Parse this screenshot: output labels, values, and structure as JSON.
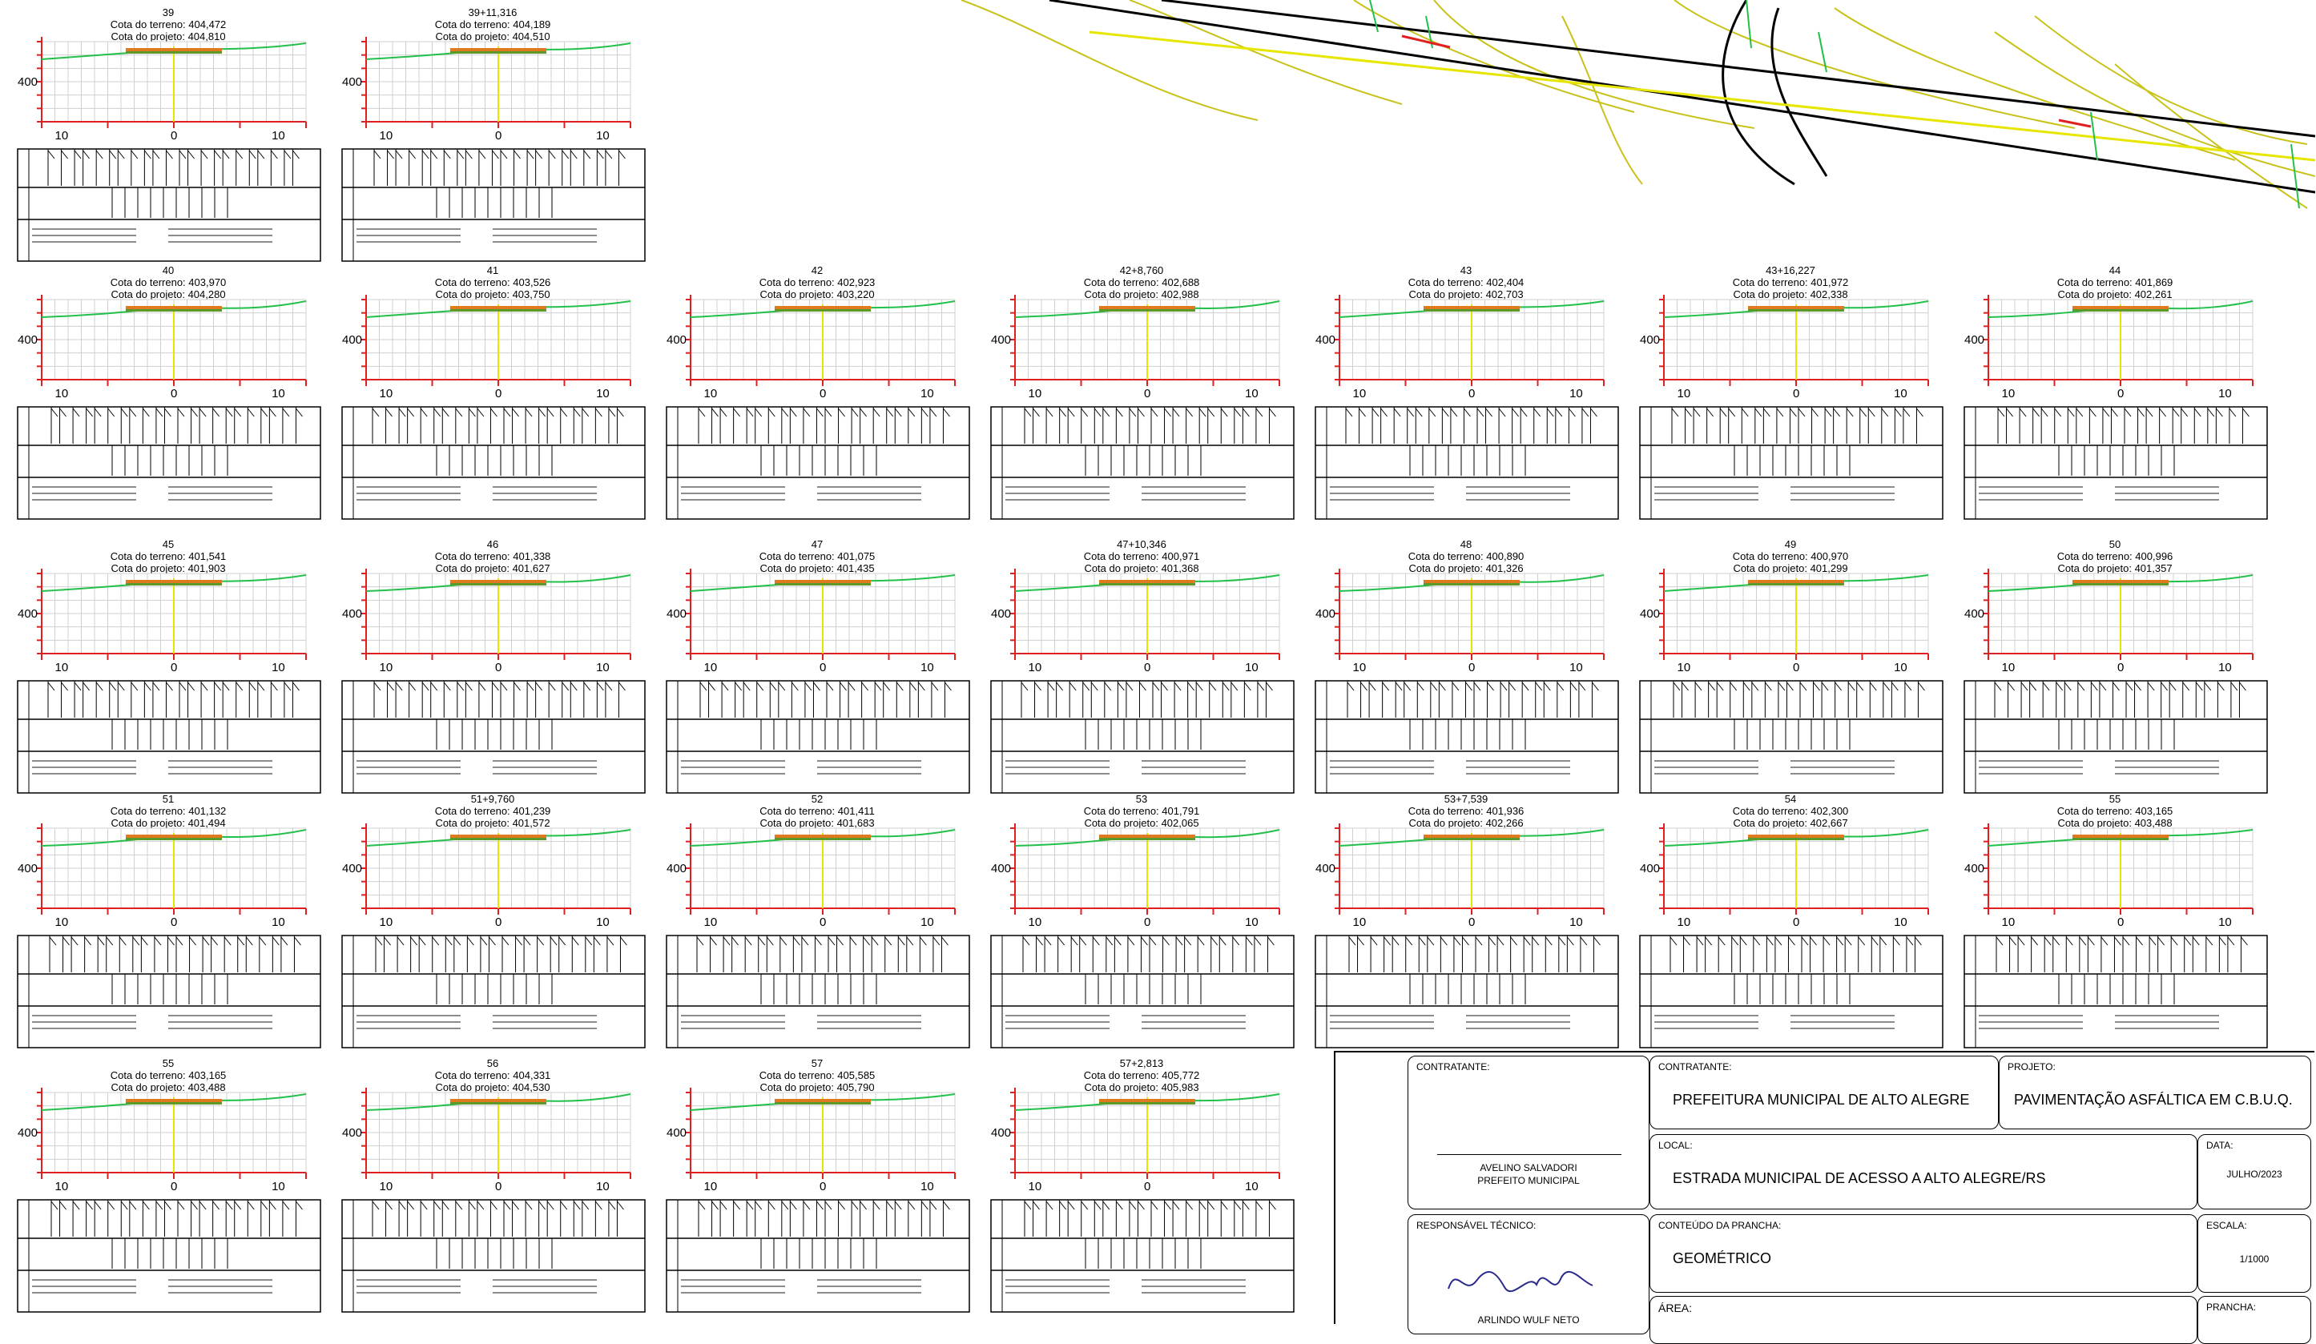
{
  "sheet": {
    "axis_label": "400",
    "tick_left": "10",
    "tick_center": "0",
    "tick_right": "10",
    "elev_terrain_prefix": "Cota do terreno: ",
    "elev_project_prefix": "Cota do projeto: ",
    "sections": [
      {
        "station": "39",
        "terrain": "404,472",
        "project": "404,810",
        "col": 0,
        "row": 0
      },
      {
        "station": "39+11,316",
        "terrain": "404,189",
        "project": "404,510",
        "col": 1,
        "row": 0
      },
      {
        "station": "40",
        "terrain": "403,970",
        "project": "404,280",
        "col": 0,
        "row": 1
      },
      {
        "station": "41",
        "terrain": "403,526",
        "project": "403,750",
        "col": 1,
        "row": 1
      },
      {
        "station": "42",
        "terrain": "402,923",
        "project": "403,220",
        "col": 2,
        "row": 1
      },
      {
        "station": "42+8,760",
        "terrain": "402,688",
        "project": "402,988",
        "col": 3,
        "row": 1
      },
      {
        "station": "43",
        "terrain": "402,404",
        "project": "402,703",
        "col": 4,
        "row": 1
      },
      {
        "station": "43+16,227",
        "terrain": "401,972",
        "project": "402,338",
        "col": 5,
        "row": 1
      },
      {
        "station": "44",
        "terrain": "401,869",
        "project": "402,261",
        "col": 6,
        "row": 1
      },
      {
        "station": "45",
        "terrain": "401,541",
        "project": "401,903",
        "col": 0,
        "row": 2
      },
      {
        "station": "46",
        "terrain": "401,338",
        "project": "401,627",
        "col": 1,
        "row": 2
      },
      {
        "station": "47",
        "terrain": "401,075",
        "project": "401,435",
        "col": 2,
        "row": 2
      },
      {
        "station": "47+10,346",
        "terrain": "400,971",
        "project": "401,368",
        "col": 3,
        "row": 2
      },
      {
        "station": "48",
        "terrain": "400,890",
        "project": "401,326",
        "col": 4,
        "row": 2
      },
      {
        "station": "49",
        "terrain": "400,970",
        "project": "401,299",
        "col": 5,
        "row": 2
      },
      {
        "station": "50",
        "terrain": "400,996",
        "project": "401,357",
        "col": 6,
        "row": 2
      },
      {
        "station": "51",
        "terrain": "401,132",
        "project": "401,494",
        "col": 0,
        "row": 3
      },
      {
        "station": "51+9,760",
        "terrain": "401,239",
        "project": "401,572",
        "col": 1,
        "row": 3
      },
      {
        "station": "52",
        "terrain": "401,411",
        "project": "401,683",
        "col": 2,
        "row": 3
      },
      {
        "station": "53",
        "terrain": "401,791",
        "project": "402,065",
        "col": 3,
        "row": 3
      },
      {
        "station": "53+7,539",
        "terrain": "401,936",
        "project": "402,266",
        "col": 4,
        "row": 3
      },
      {
        "station": "54",
        "terrain": "402,300",
        "project": "402,667",
        "col": 5,
        "row": 3
      },
      {
        "station": "55",
        "terrain": "403,165",
        "project": "403,488",
        "col": 6,
        "row": 3
      },
      {
        "station": "55",
        "terrain": "403,165",
        "project": "403,488",
        "col": 0,
        "row": 4
      },
      {
        "station": "56",
        "terrain": "404,331",
        "project": "404,530",
        "col": 1,
        "row": 4
      },
      {
        "station": "57",
        "terrain": "405,585",
        "project": "405,790",
        "col": 2,
        "row": 4
      },
      {
        "station": "57+2,813",
        "terrain": "405,772",
        "project": "405,983",
        "col": 3,
        "row": 4
      }
    ]
  },
  "titleblock": {
    "contratante_label": "CONTRATANTE:",
    "signatory_name": "AVELINO SALVADORI",
    "signatory_role": "PREFEITO MUNICIPAL",
    "contratante2_label": "CONTRATANTE:",
    "contratante_value": "PREFEITURA MUNICIPAL DE ALTO ALEGRE",
    "projeto_label": "PROJETO:",
    "projeto_value": "PAVIMENTAÇÃO ASFÁLTICA EM C.B.U.Q.",
    "local_label": "LOCAL:",
    "local_value": "ESTRADA MUNICIPAL DE ACESSO A ALTO ALEGRE/RS",
    "data_label": "DATA:",
    "data_value": "JULHO/2023",
    "responsavel_label": "RESPONSÁVEL TÉCNICO:",
    "engineer_name": "ARLINDO WULF NETO",
    "conteudo_label": "CONTEÚDO DA PRANCHA:",
    "conteudo_value": "GEOMÉTRICO",
    "escala_label": "ESCALA:",
    "escala_value": "1/1000",
    "area_label": "ÁREA:",
    "prancha_label": "PRANCHA:"
  }
}
